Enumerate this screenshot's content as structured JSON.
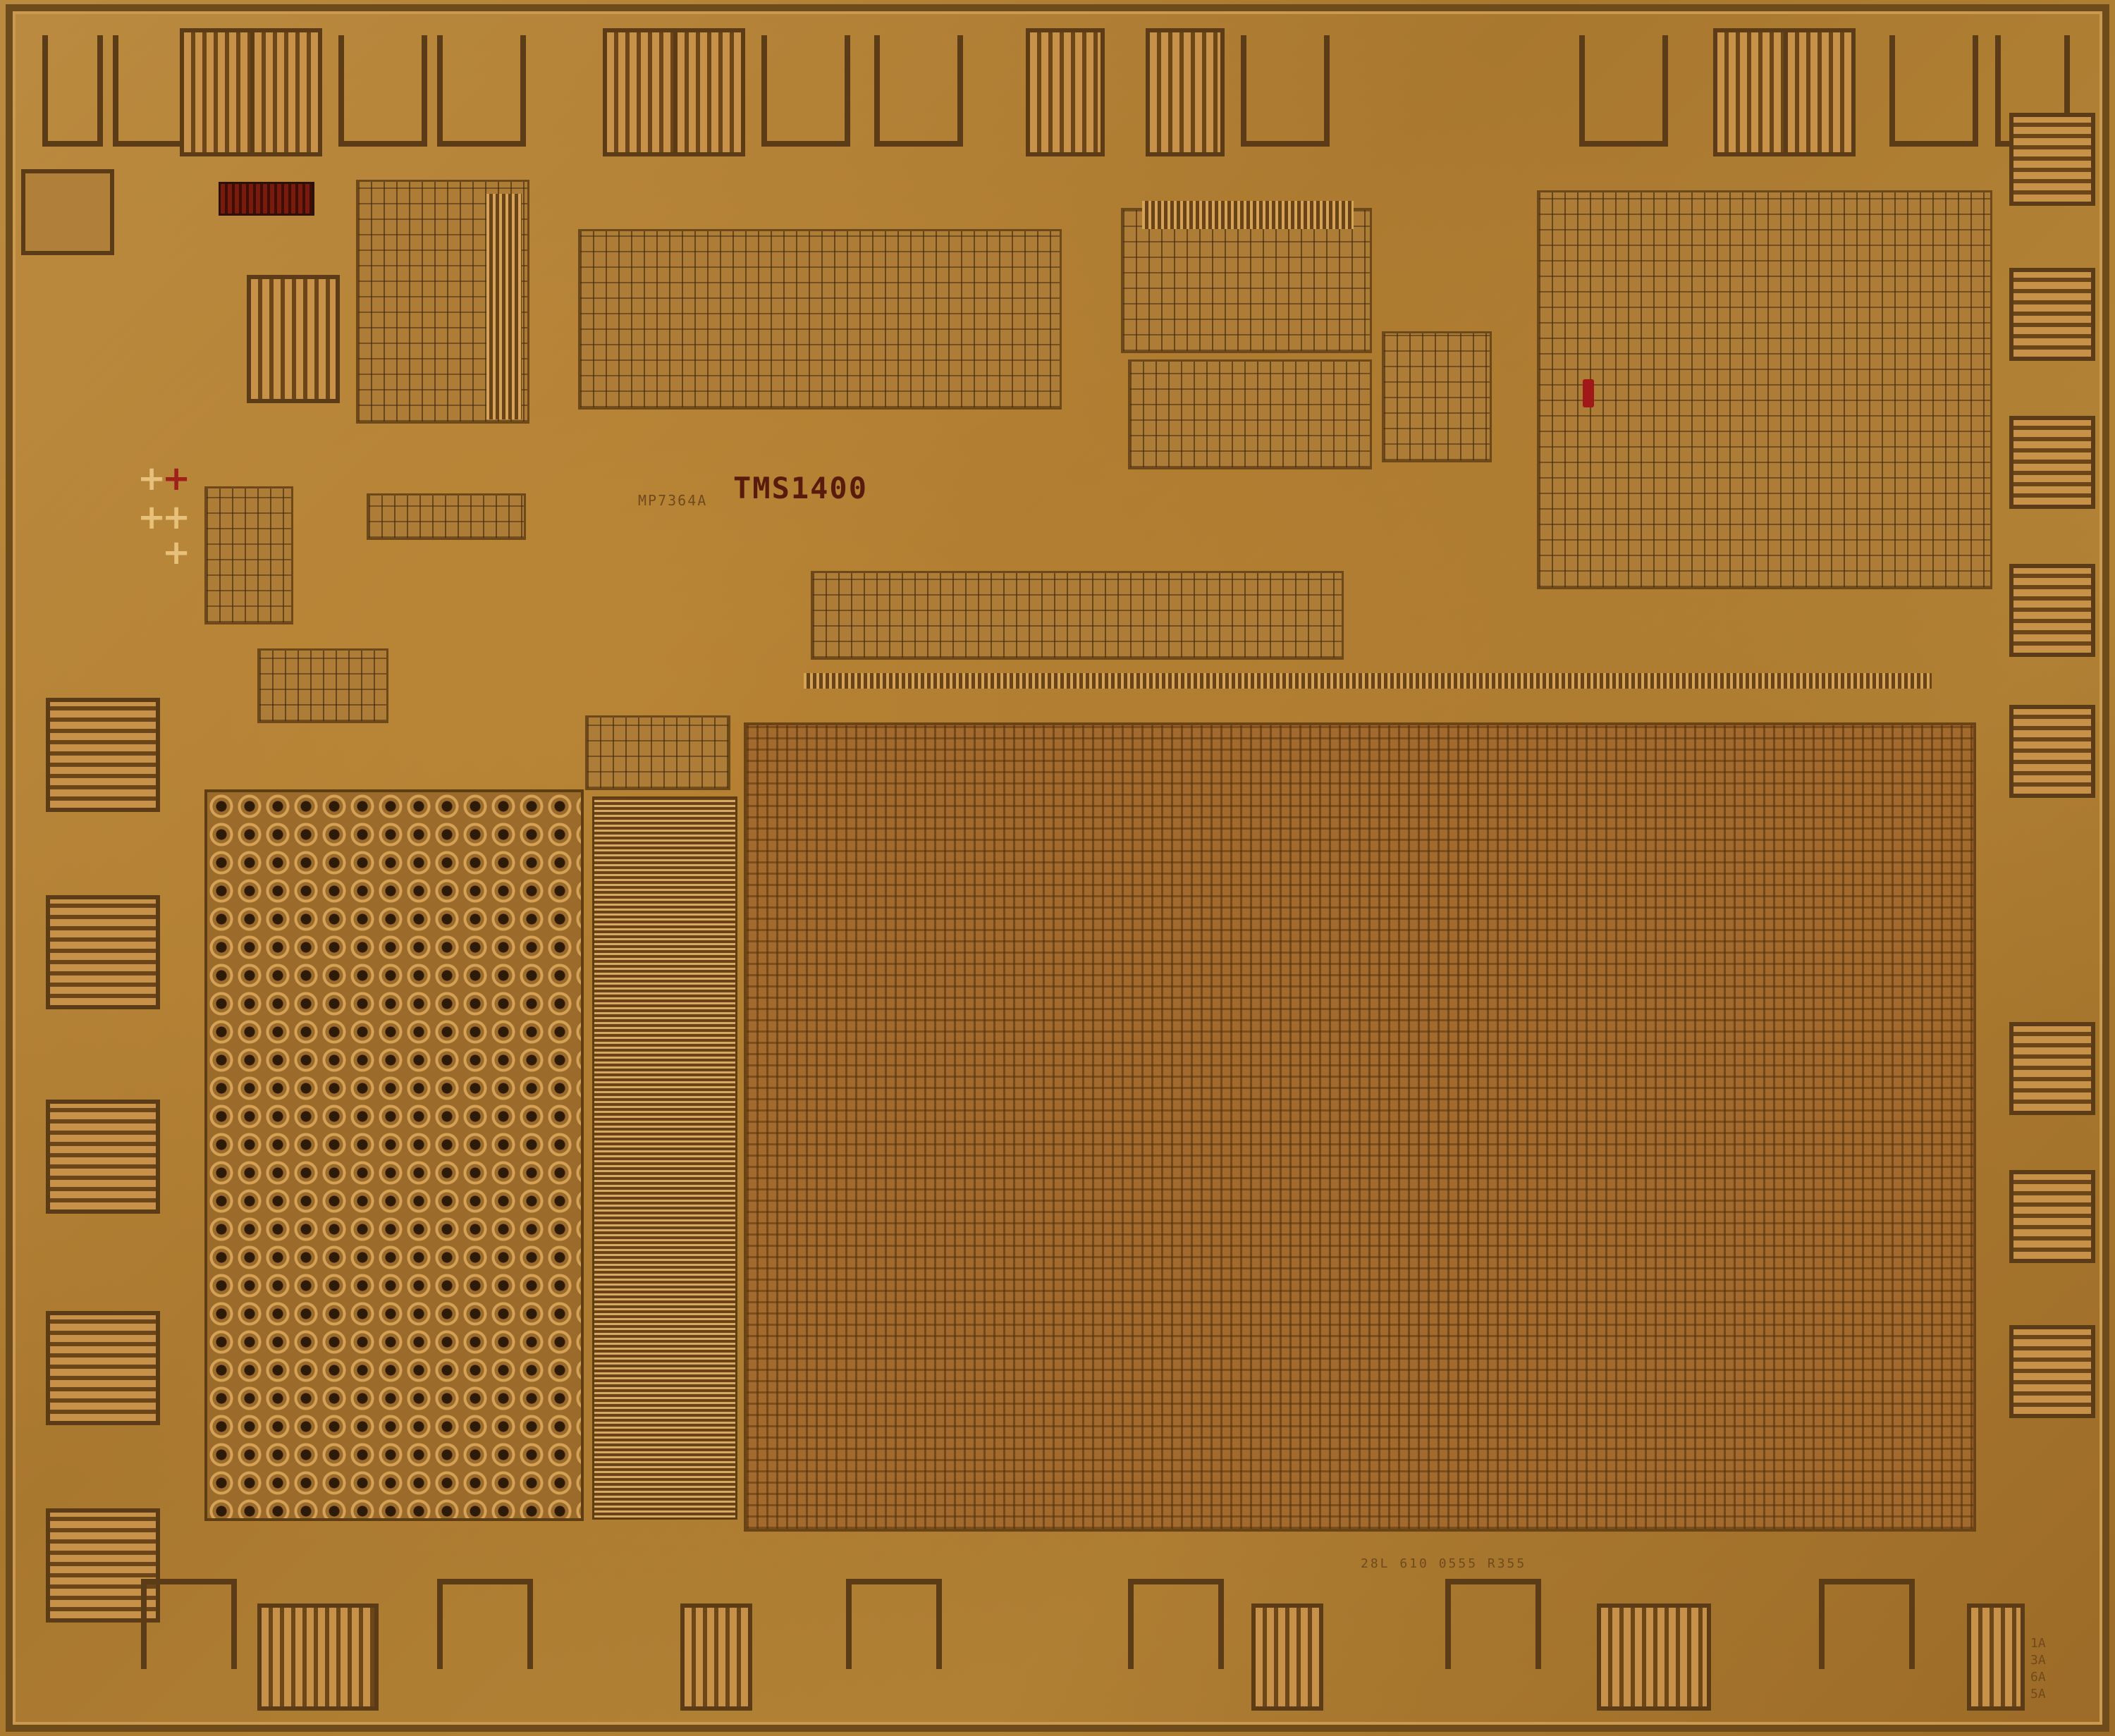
{
  "image": {
    "kind": "microscope photo of integrated circuit die",
    "colors": {
      "metal": "#d5a356",
      "substrate": "#a9782f",
      "dark_trace": "#5b3c16",
      "red_patch": "#7a1a0c"
    }
  },
  "labels": {
    "chip_name": "TMS1400",
    "chip_code": "MP7364A",
    "revision_code": "28L 610 0555 R355",
    "corner_code": "1A\n3A\n6A\n5A"
  }
}
